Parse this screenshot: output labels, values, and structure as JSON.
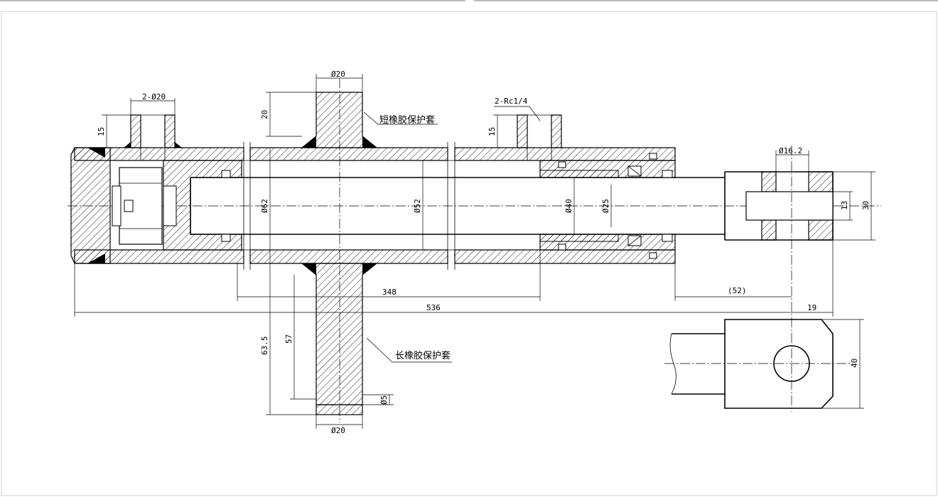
{
  "labels": {
    "short_sleeve": "短橡胶保护套",
    "long_sleeve": "长橡胶保护套"
  },
  "dimensions": {
    "port_dia": "2-Ø20",
    "port_height_left": "15",
    "port_height_right": "15",
    "port_thread": "2-Rc1/4",
    "top_trunnion_dia": "Ø20",
    "top_trunnion_height": "20",
    "bottom_trunnion_dia": "Ø20",
    "bore_outer": "Ø62",
    "bore_inner": "Ø52",
    "rod_dia": "Ø40",
    "rod_small": "Ø25",
    "pin_hole": "Ø16.2",
    "clevis_slot": "13",
    "clevis_width": "30",
    "stroke_348": "348",
    "total_536": "536",
    "offset_52": "(52)",
    "end_19": "19",
    "trunnion_57": "57",
    "trunnion_63_5": "63.5",
    "trunnion_5": "Ø5",
    "clevis_40": "40"
  },
  "colors": {
    "line": "#000000",
    "frame": "#bdbdbd",
    "background": "#ffffff"
  }
}
